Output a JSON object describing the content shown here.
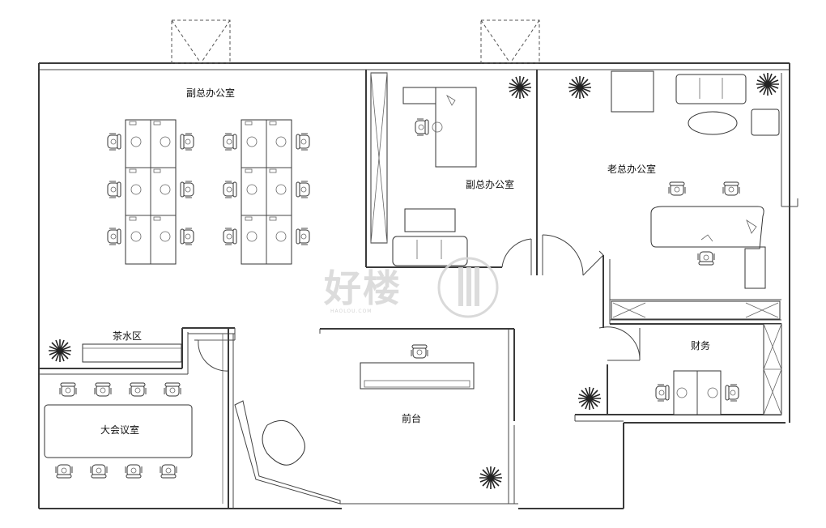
{
  "rooms": {
    "vp_office_left": "副总办公室",
    "vp_office_right": "副总办公室",
    "ceo_office": "老总办公室",
    "tea_area": "茶水区",
    "conference": "大会议室",
    "reception": "前台",
    "finance": "财务"
  },
  "watermark": {
    "brand_logo": "好楼 logo",
    "brand_text": "好楼",
    "brand_url": "HAOLOU.COM"
  },
  "colors": {
    "wall": "#3a3a3a",
    "line": "#444444",
    "watermark": "#d9d9d9"
  },
  "icons": [
    "plant-icon",
    "chair-icon",
    "door-swing-icon",
    "sofa-icon"
  ]
}
